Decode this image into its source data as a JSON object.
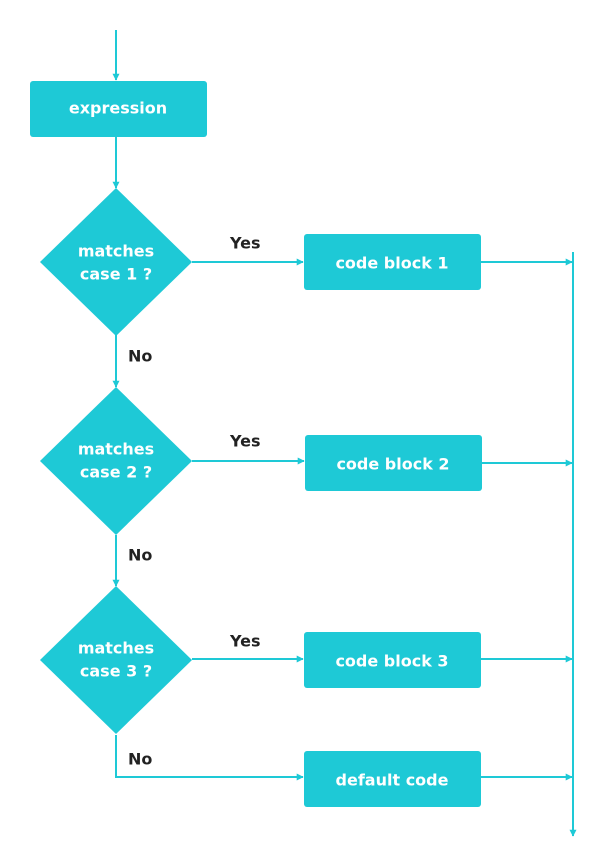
{
  "colors": {
    "accent": "#1ec9d6",
    "text_on_shape": "#ffffff",
    "label": "#222222",
    "background": "#ffffff"
  },
  "diagram": {
    "start_box": "expression",
    "decisions": [
      {
        "line1": "matches",
        "line2": "case 1 ?",
        "yes_label": "Yes",
        "no_label": "No",
        "block": "code block 1"
      },
      {
        "line1": "matches",
        "line2": "case 2 ?",
        "yes_label": "Yes",
        "no_label": "No",
        "block": "code block 2"
      },
      {
        "line1": "matches",
        "line2": "case 3 ?",
        "yes_label": "Yes",
        "no_label": "No",
        "block": "code block 3"
      }
    ],
    "default_block": "default code"
  }
}
